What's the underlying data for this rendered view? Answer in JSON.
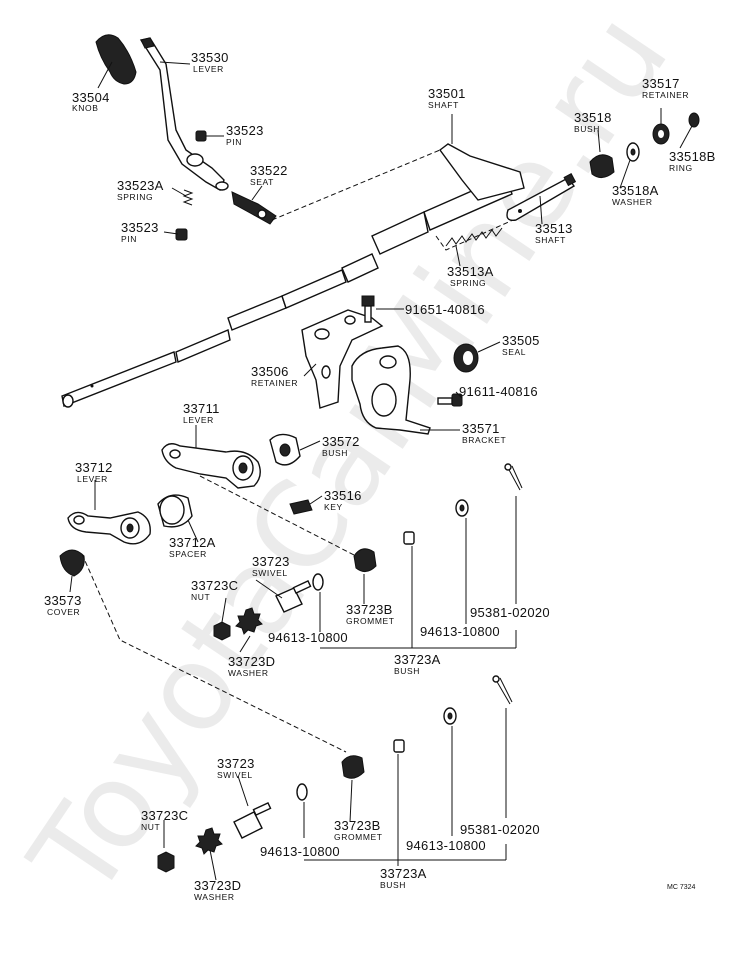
{
  "watermark": "ToyotaCarMine.ru",
  "diagram_code": "MC 7324",
  "parts": {
    "p33504": {
      "num": "33504",
      "desc": "KNOB"
    },
    "p33530": {
      "num": "33530",
      "desc": "LEVER"
    },
    "p33523": {
      "num": "33523",
      "desc": "PIN"
    },
    "p33522": {
      "num": "33522",
      "desc": "SEAT"
    },
    "p33523A": {
      "num": "33523A",
      "desc": "SPRING"
    },
    "p33523b": {
      "num": "33523",
      "desc": "PIN"
    },
    "p33501": {
      "num": "33501",
      "desc": "SHAFT"
    },
    "p33517": {
      "num": "33517",
      "desc": "RETAINER"
    },
    "p33518": {
      "num": "33518",
      "desc": "BUSH"
    },
    "p33518B": {
      "num": "33518B",
      "desc": "RING"
    },
    "p33518A": {
      "num": "33518A",
      "desc": "WASHER"
    },
    "p33513": {
      "num": "33513",
      "desc": "SHAFT"
    },
    "p33513A": {
      "num": "33513A",
      "desc": "SPRING"
    },
    "p91651": {
      "num": "91651-40816"
    },
    "p33505": {
      "num": "33505",
      "desc": "SEAL"
    },
    "p33506": {
      "num": "33506",
      "desc": "RETAINER"
    },
    "p91611": {
      "num": "91611-40816"
    },
    "p33571": {
      "num": "33571",
      "desc": "BRACKET"
    },
    "p33711": {
      "num": "33711",
      "desc": "LEVER"
    },
    "p33572": {
      "num": "33572",
      "desc": "BUSH"
    },
    "p33712": {
      "num": "33712",
      "desc": "LEVER"
    },
    "p33516": {
      "num": "33516",
      "desc": "KEY"
    },
    "p33712A": {
      "num": "33712A",
      "desc": "SPACER"
    },
    "p33573": {
      "num": "33573",
      "desc": "COVER"
    },
    "u33723": {
      "num": "33723",
      "desc": "SWIVEL"
    },
    "u33723C": {
      "num": "33723C",
      "desc": "NUT"
    },
    "u33723B": {
      "num": "33723B",
      "desc": "GROMMET"
    },
    "u95381": {
      "num": "95381-02020"
    },
    "u94613a": {
      "num": "94613-10800"
    },
    "u94613b": {
      "num": "94613-10800"
    },
    "u33723D": {
      "num": "33723D",
      "desc": "WASHER"
    },
    "u33723A": {
      "num": "33723A",
      "desc": "BUSH"
    },
    "l33723": {
      "num": "33723",
      "desc": "SWIVEL"
    },
    "l33723C": {
      "num": "33723C",
      "desc": "NUT"
    },
    "l33723B": {
      "num": "33723B",
      "desc": "GROMMET"
    },
    "l95381": {
      "num": "95381-02020"
    },
    "l94613a": {
      "num": "94613-10800"
    },
    "l94613b": {
      "num": "94613-10800"
    },
    "l33723D": {
      "num": "33723D",
      "desc": "WASHER"
    },
    "l33723A": {
      "num": "33723A",
      "desc": "BUSH"
    }
  }
}
